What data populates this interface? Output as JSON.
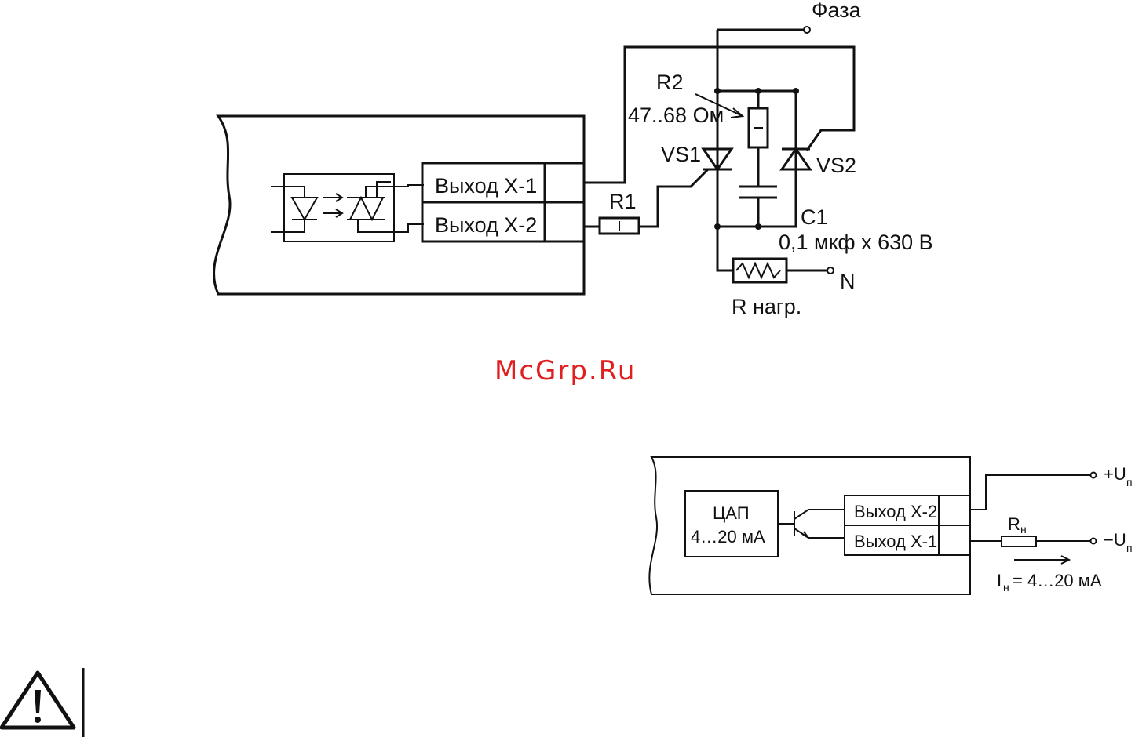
{
  "diagram1": {
    "phase_label": "Фаза",
    "neutral_label": "N",
    "out1_label": "Выход Х-1",
    "out2_label": "Выход Х-2",
    "r1_label": "R1",
    "r2_label": "R2",
    "r2_value": "47..68 Ом",
    "vs1_label": "VS1",
    "vs2_label": "VS2",
    "c1_label": "C1",
    "c1_value": "0,1 мкф х 630 В",
    "rload_label": "R нагр."
  },
  "watermark": "McGrp.Ru",
  "diagram2": {
    "dac_line1": "ЦАП",
    "dac_line2": "4…20 мА",
    "out2_label": "Выход Х-2",
    "out1_label": "Выход Х-1",
    "plus_label": "+U",
    "plus_sub": "п",
    "minus_label": "−U",
    "minus_sub": "п",
    "rn_label": "R",
    "rn_sub": "н",
    "current_label": "I",
    "current_sub": "н",
    "current_value": "= 4…20 мА"
  },
  "warning_icon": "warning-triangle-icon"
}
